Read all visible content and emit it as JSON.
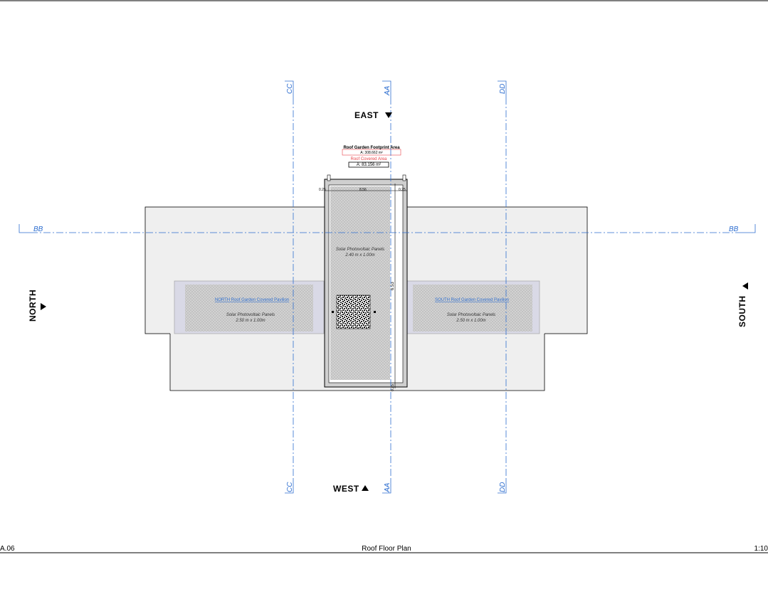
{
  "directions": {
    "east": "EAST",
    "west": "WEST",
    "north": "NORTH",
    "south": "SOUTH"
  },
  "section_markers": {
    "aa": "AA",
    "bb": "BB",
    "cc": "CC",
    "dd": "DD"
  },
  "roof_garden": {
    "footprint_title": "Roof Garden Footprint Area",
    "footprint_value": "A: 308.662 m²",
    "covered_title": "Roof Covered Area",
    "covered_value": "A: 83.156 m²"
  },
  "panels": {
    "central_label": "Solar Photovoltaic Panels",
    "central_size": "2.40 m x 1.00m",
    "north_heading": "NORTH Roof Garden Covered Pavilion",
    "north_label": "Solar Photovoltaic Panels",
    "north_size": "2.50 m x 1.00m",
    "south_heading": "SOUTH Roof Garden Covered Pavilion",
    "south_label": "Solar Photovoltaic Panels",
    "south_size": "2.50 m x 1.00m"
  },
  "dimensions": {
    "top_left": "0.25",
    "top_width": "8.56",
    "top_right": "0.25",
    "side_length": "6.53",
    "bottom_right": "0.25"
  },
  "footer": {
    "sheet_number": "A.06",
    "drawing_title": "Roof Floor Plan",
    "scale": "1:10"
  },
  "colors": {
    "section_line": "#2f6fd0",
    "covered_area_text": "#e8434a",
    "roof_fill": "#efefef",
    "pavilion_fill": "#d9d9e6",
    "panel_fill": "#cfcfcf"
  }
}
